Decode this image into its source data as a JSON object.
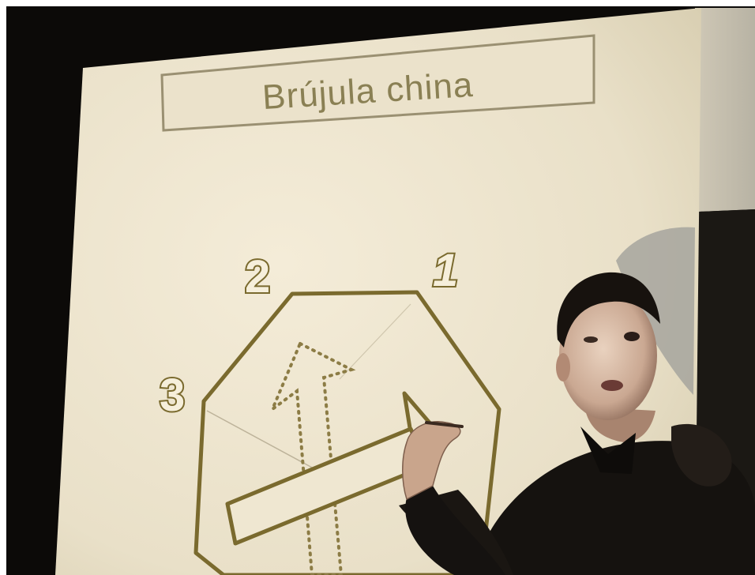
{
  "slide": {
    "title": "Brújula china",
    "labels": [
      "1",
      "2",
      "3"
    ]
  },
  "colors": {
    "screen": "#eee6d2",
    "ink": "#7a6a2e",
    "background": "#0c0a08"
  }
}
